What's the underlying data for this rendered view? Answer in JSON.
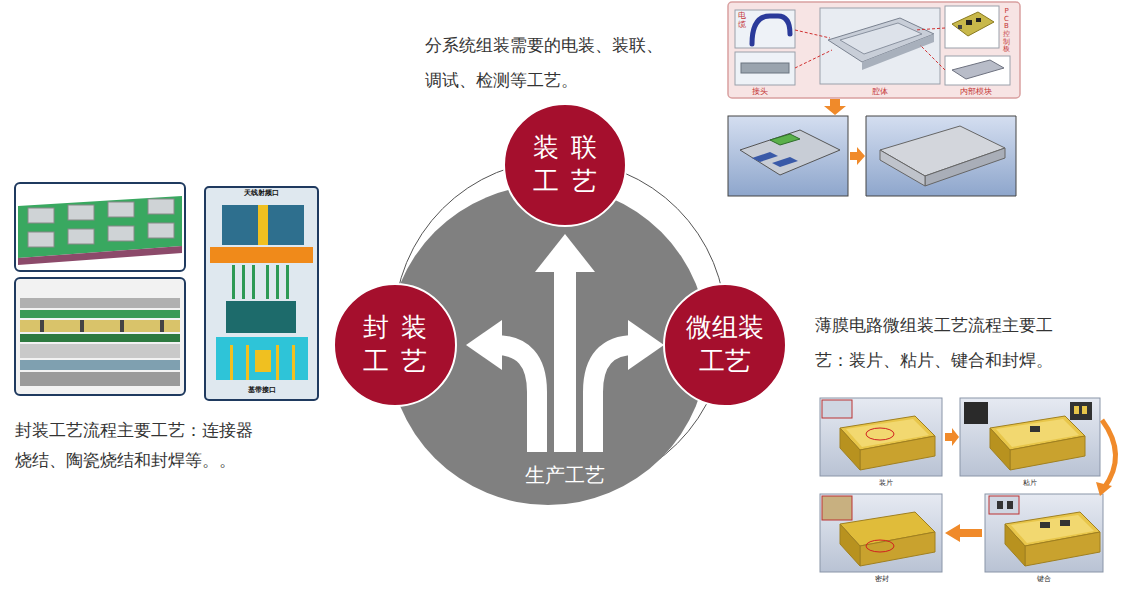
{
  "diagram": {
    "nodes": [
      {
        "text": [
          "装联 工艺"
        ]
      },
      {
        "text": [
          "封装 工艺"
        ]
      },
      {
        "text": [
          "微组装 工艺"
        ]
      },
      {
        "text": [
          "生产工艺"
        ]
      }
    ],
    "labels": [
      "分系统组装需要的电装、装联、 调试、检测等工艺。",
      "电缆",
      "PCB控制板",
      "接头",
      "腔体",
      "内部模块",
      "天线射频口",
      "基带接口",
      "封装工艺流程主要工艺：连接器 烧结、陶瓷烧结和封焊等。。",
      "薄膜电路微组装工艺流程主要工 艺：装片、粘片、键合和封焊。",
      "装片",
      "粘片",
      "键合",
      "密封"
    ]
  }
}
